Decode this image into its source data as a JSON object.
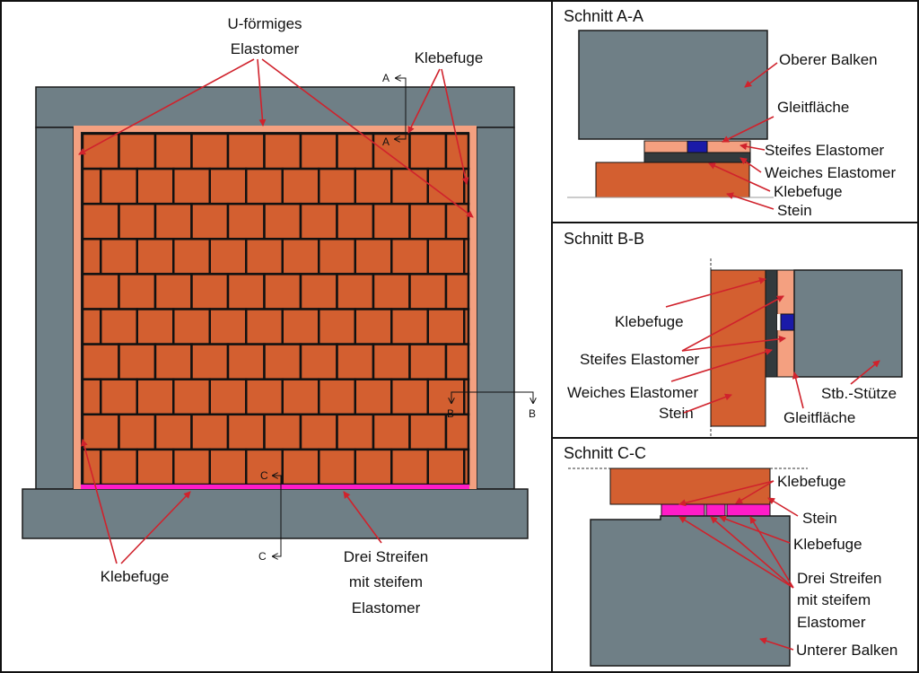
{
  "colors": {
    "beam": "#6f7f86",
    "brick": "#d35f30",
    "stiff_elastomer": "#f4a080",
    "soft_elastomer": "#333a3d",
    "sliding": "#1a1aa8",
    "strip": "#ff1cc8",
    "arrow": "#d0222c"
  },
  "main": {
    "u_elastomer": [
      "U-förmiges",
      "Elastomer"
    ],
    "klebefuge_top": "Klebefuge",
    "klebefuge_bottom": "Klebefuge",
    "drei_streifen": [
      "Drei Streifen",
      "mit steifem",
      "Elastomer"
    ],
    "section_marks": {
      "a": "A",
      "b": "B",
      "c": "C"
    }
  },
  "section_aa": {
    "title": "Schnitt A-A",
    "labels": [
      "Oberer Balken",
      "Gleitfläche",
      "Steifes Elastomer",
      "Weiches Elastomer",
      "Klebefuge",
      "Stein"
    ]
  },
  "section_bb": {
    "title": "Schnitt B-B",
    "labels": [
      "Klebefuge",
      "Steifes Elastomer",
      "Weiches Elastomer",
      "Stein",
      "Stb.-Stütze",
      "Gleitfläche"
    ]
  },
  "section_cc": {
    "title": "Schnitt C-C",
    "labels": [
      "Klebefuge",
      "Stein",
      "Klebefuge",
      "Drei Streifen",
      "mit steifem",
      "Elastomer",
      "Unterer Balken"
    ]
  }
}
